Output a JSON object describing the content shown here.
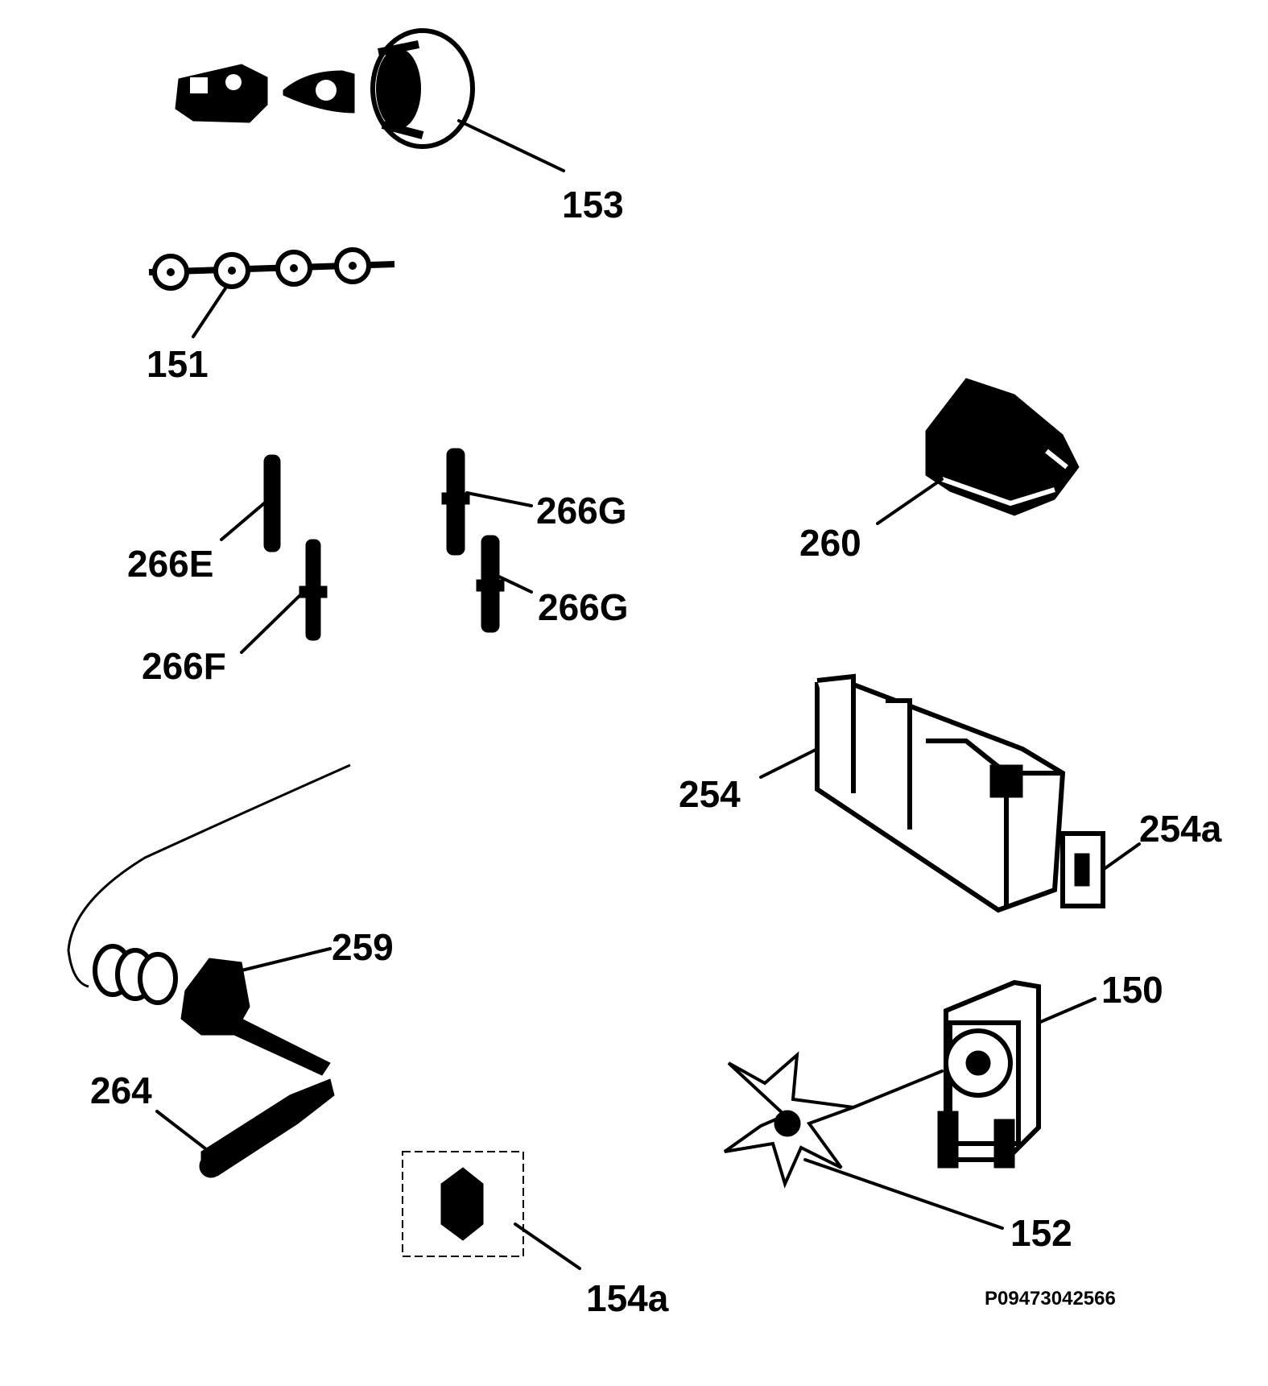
{
  "labels": {
    "p153": "153",
    "p151": "151",
    "p266E": "266E",
    "p266G_top": "266G",
    "p266G_bottom": "266G",
    "p266F": "266F",
    "p260": "260",
    "p254": "254",
    "p254a": "254a",
    "p259": "259",
    "p150": "150",
    "p264": "264",
    "p152": "152",
    "p154a": "154a"
  },
  "drawing_code": "P09473042566"
}
